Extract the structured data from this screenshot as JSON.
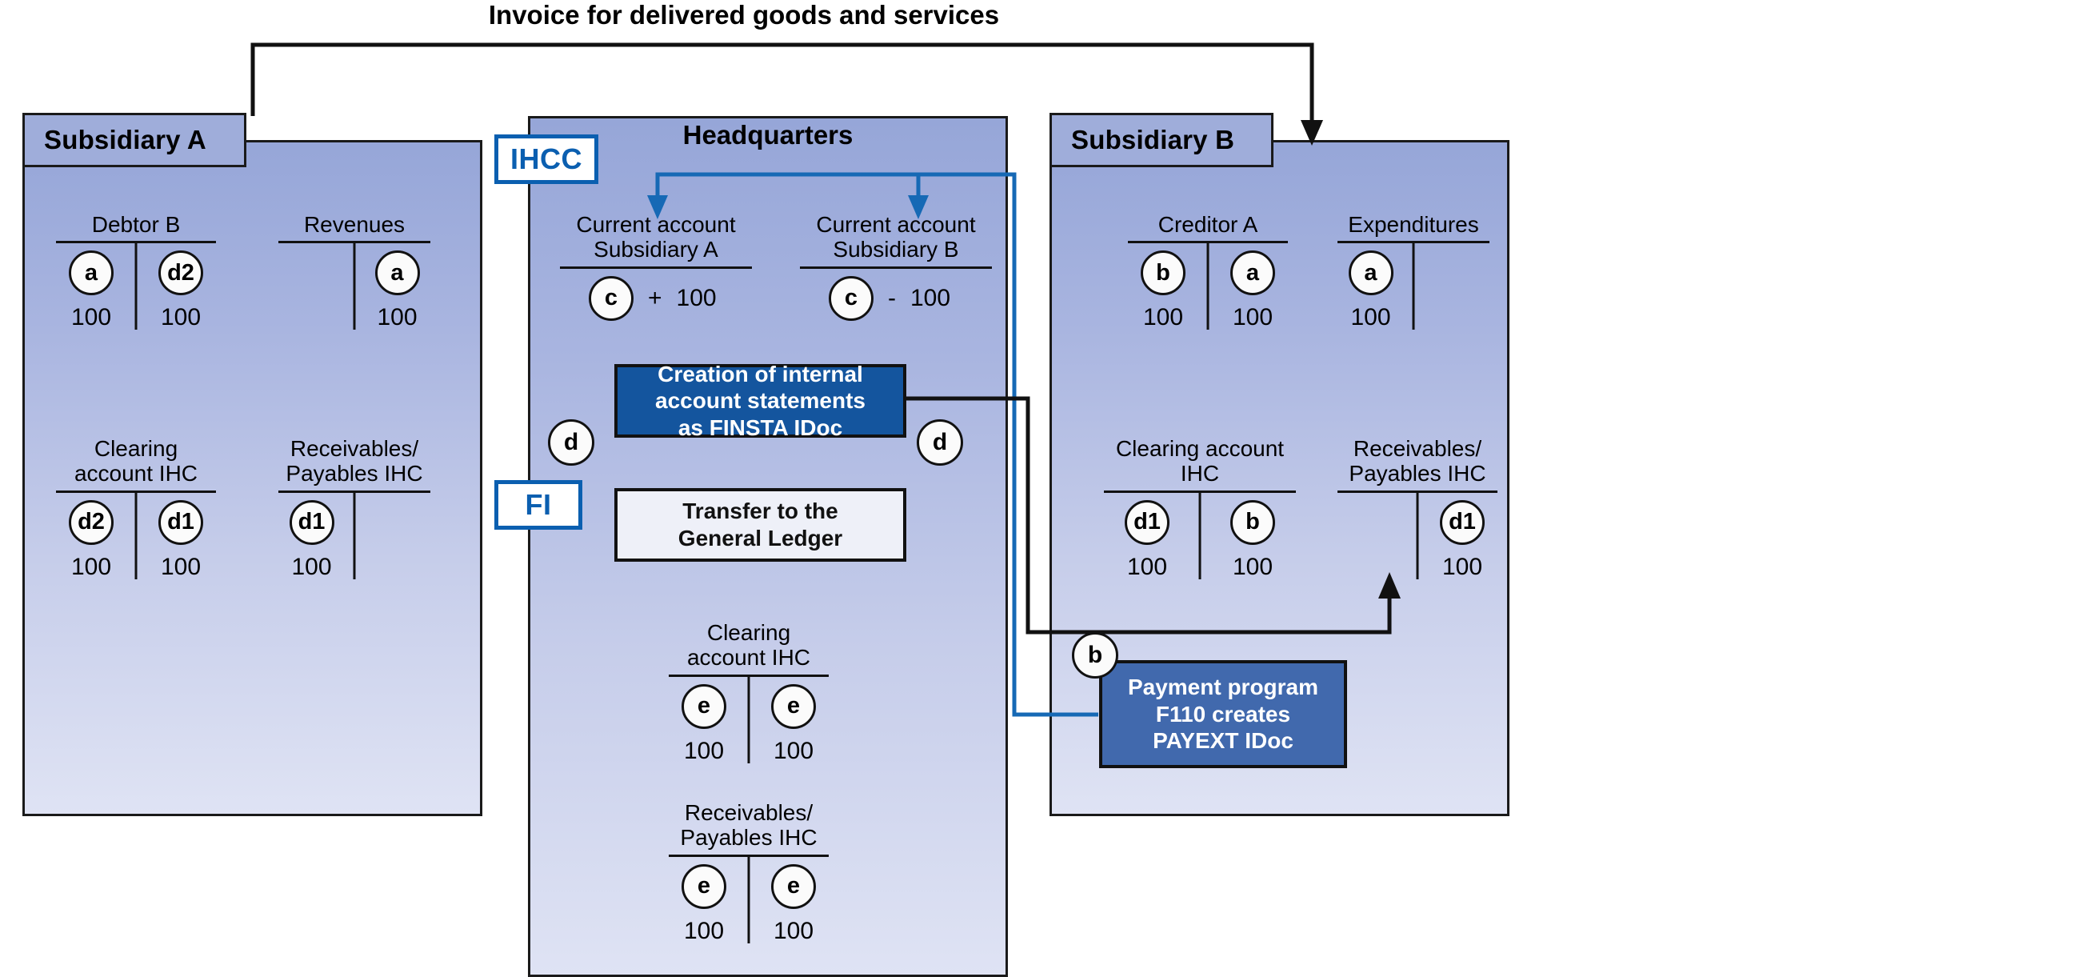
{
  "diagram": {
    "headline": "Invoice for delivered goods and services",
    "badges": [
      {
        "name": "ihcc-badge",
        "label": "IHCC"
      },
      {
        "name": "fi-badge",
        "label": "FI"
      }
    ],
    "panels": [
      {
        "id": "subsidiary-a",
        "title": "Subsidiary A"
      },
      {
        "id": "headquarters",
        "title": "Headquarters"
      },
      {
        "id": "subsidiary-b",
        "title": "Subsidiary B"
      }
    ]
  },
  "subsidiary_a": {
    "title": "Subsidiary A",
    "accounts": [
      {
        "name": "Debtor B",
        "debit": {
          "tag": "a",
          "amount": "100"
        },
        "credit": {
          "tag": "d2",
          "amount": "100"
        }
      },
      {
        "name": "Revenues",
        "debit": null,
        "credit": {
          "tag": "a",
          "amount": "100"
        }
      },
      {
        "name": "Clearing\naccount IHC",
        "debit": {
          "tag": "d2",
          "amount": "100"
        },
        "credit": {
          "tag": "d1",
          "amount": "100"
        }
      },
      {
        "name": "Receivables/\nPayables IHC",
        "debit": {
          "tag": "d1",
          "amount": "100"
        },
        "credit": null
      }
    ]
  },
  "headquarters": {
    "title": "Headquarters",
    "current_accounts": [
      {
        "name": "Current account\nSubsidiary A",
        "tag": "c",
        "sign": "+",
        "amount": "100"
      },
      {
        "name": "Current account\nSubsidiary B",
        "tag": "c",
        "sign": "-",
        "amount": "100"
      }
    ],
    "process_boxes": [
      {
        "id": "finsta",
        "text": "Creation of internal\naccount statements\nas FINSTA IDoc",
        "style": "dark"
      },
      {
        "id": "transfer-gl",
        "text": "Transfer to the\nGeneral Ledger",
        "style": "light"
      }
    ],
    "markers": [
      {
        "id": "finsta-left-marker",
        "label": "d"
      },
      {
        "id": "finsta-right-marker",
        "label": "d"
      }
    ],
    "accounts": [
      {
        "name": "Clearing account IHC",
        "debit": {
          "tag": "e",
          "amount": "100"
        },
        "credit": {
          "tag": "e",
          "amount": "100"
        }
      },
      {
        "name": "Receivables/\nPayables IHC",
        "debit": {
          "tag": "e",
          "amount": "100"
        },
        "credit": {
          "tag": "e",
          "amount": "100"
        }
      }
    ]
  },
  "subsidiary_b": {
    "title": "Subsidiary B",
    "accounts": [
      {
        "name": "Creditor A",
        "debit": {
          "tag": "b",
          "amount": "100"
        },
        "credit": {
          "tag": "a",
          "amount": "100"
        }
      },
      {
        "name": "Expenditures",
        "debit": {
          "tag": "a",
          "amount": "100"
        },
        "credit": null
      },
      {
        "name": "Clearing account\nIHC",
        "debit": {
          "tag": "d1",
          "amount": "100"
        },
        "credit": {
          "tag": "b",
          "amount": "100"
        }
      },
      {
        "name": "Receivables/\nPayables IHC",
        "debit": null,
        "credit": {
          "tag": "d1",
          "amount": "100"
        }
      }
    ],
    "process_boxes": [
      {
        "id": "payment-program",
        "text": "Payment program\nF110 creates\nPAYEXT IDoc",
        "style": "mid"
      }
    ],
    "markers": [
      {
        "id": "payment-marker",
        "label": "b"
      }
    ]
  },
  "colors": {
    "panel_top": "#96a6d8",
    "panel_bottom": "#dfe3f4",
    "panel_tab": "#9fadda",
    "accent_blue": "#0b5fb0",
    "wire_blue": "#1669b5",
    "box_dark": "#14559e",
    "box_mid": "#4169ad",
    "box_light": "#eef0f8",
    "outline": "#111111"
  }
}
